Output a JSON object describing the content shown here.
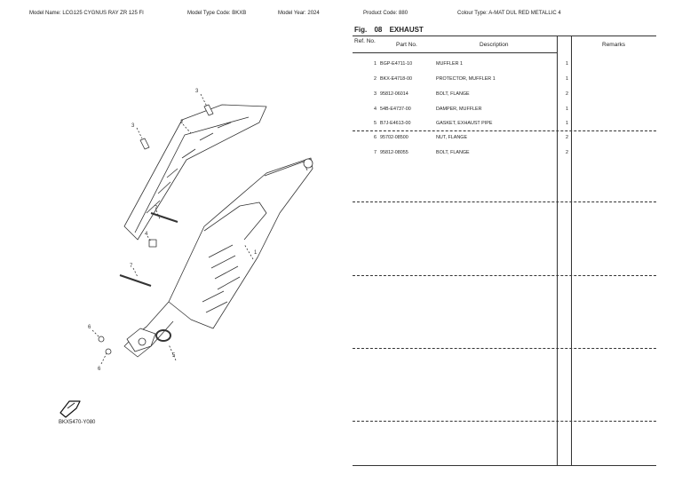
{
  "header": {
    "model_name": "Model Name:  LCG125 CYGNUS RAY ZR 125 FI",
    "model_type_code": "Model Type Code:  BKXB",
    "model_year": "Model Year:  2024",
    "product_code": "Product Code:  880",
    "colour_type": "Colour Type:  A-MAT DUL RED METALLIC 4"
  },
  "figure": {
    "prefix": "Fig.",
    "number": "08",
    "title": "EXHAUST"
  },
  "table": {
    "headers": {
      "ref_no": "Ref. No.",
      "part_no": "Part No.",
      "description": "Description",
      "qty": "",
      "remarks": "Remarks"
    },
    "rows": [
      {
        "ref": "1",
        "part": "BGP-E4711-10",
        "desc": "MUFFLER 1",
        "qty": "1"
      },
      {
        "ref": "2",
        "part": "BKX-E4718-00",
        "desc": "PROTECTOR, MUFFLER 1",
        "qty": "1"
      },
      {
        "ref": "3",
        "part": "95812-06014",
        "desc": "BOLT, FLANGE",
        "qty": "2"
      },
      {
        "ref": "4",
        "part": "54B-E4737-00",
        "desc": "DAMPER, MUFFLER",
        "qty": "1"
      },
      {
        "ref": "5",
        "part": "B7J-E4613-00",
        "desc": "GASKET, EXHAUST PIPE",
        "qty": "1"
      },
      {
        "ref": "6",
        "part": "95702-08500",
        "desc": "NUT, FLANGE",
        "qty": "2"
      },
      {
        "ref": "7",
        "part": "95812-08055",
        "desc": "BOLT, FLANGE",
        "qty": "2"
      }
    ]
  },
  "diagram": {
    "code": "BKX5470-Y080",
    "callouts": [
      "3",
      "3",
      "2",
      "7",
      "4",
      "1",
      "7",
      "6",
      "6",
      "5"
    ],
    "icon": "front-arrow-icon"
  }
}
